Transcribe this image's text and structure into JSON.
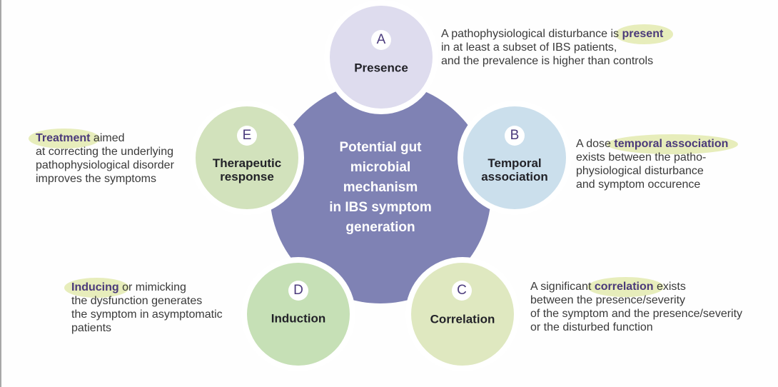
{
  "center": {
    "lines": [
      "Potential gut",
      "microbial",
      "mechanism",
      "in IBS symptom",
      "generation"
    ],
    "color": "#7f82b4"
  },
  "nodes": [
    {
      "letter": "A",
      "title_lines": [
        "Presence"
      ],
      "color": "#dedcee",
      "description": {
        "lines": [
          [
            {
              "text": "A pathophysiological disturbance is "
            },
            {
              "text": "present",
              "highlight": true
            }
          ],
          [
            {
              "text": "in at least a subset of IBS patients,"
            }
          ],
          [
            {
              "text": "and the prevalence is higher than controls"
            }
          ]
        ]
      }
    },
    {
      "letter": "B",
      "title_lines": [
        "Temporal",
        "association"
      ],
      "color": "#cbdfec",
      "description": {
        "lines": [
          [
            {
              "text": "A dose "
            },
            {
              "text": "temporal association",
              "highlight": true
            }
          ],
          [
            {
              "text": "exists between the patho-"
            }
          ],
          [
            {
              "text": "physiological disturbance"
            }
          ],
          [
            {
              "text": "and symptom occurence"
            }
          ]
        ]
      }
    },
    {
      "letter": "C",
      "title_lines": [
        "Correlation"
      ],
      "color": "#dfe8c0",
      "description": {
        "lines": [
          [
            {
              "text": "A significant "
            },
            {
              "text": "correlation",
              "highlight": true
            },
            {
              "text": " exists"
            }
          ],
          [
            {
              "text": "between the presence/severity"
            }
          ],
          [
            {
              "text": "of the symptom and the presence/severity"
            }
          ],
          [
            {
              "text": "or the disturbed function"
            }
          ]
        ]
      }
    },
    {
      "letter": "D",
      "title_lines": [
        "Induction"
      ],
      "color": "#c6e0b6",
      "description": {
        "lines": [
          [
            {
              "text": "Inducing",
              "highlight": true
            },
            {
              "text": " or mimicking"
            }
          ],
          [
            {
              "text": "the dysfunction generates"
            }
          ],
          [
            {
              "text": "the symptom in asymptomatic"
            }
          ],
          [
            {
              "text": "patients"
            }
          ]
        ]
      }
    },
    {
      "letter": "E",
      "title_lines": [
        "Therapeutic",
        "response"
      ],
      "color": "#d2e2bc",
      "description": {
        "lines": [
          [
            {
              "text": "Treatment",
              "highlight": true
            },
            {
              "text": " aimed"
            }
          ],
          [
            {
              "text": "at correcting the underlying"
            }
          ],
          [
            {
              "text": "pathophysiological disorder"
            }
          ],
          [
            {
              "text": "improves the symptoms"
            }
          ]
        ]
      }
    }
  ],
  "colors": {
    "highlight_text": "#4b3a7a",
    "highlight_bg": "#e1e8aa",
    "body_text": "#3a3a3a"
  }
}
